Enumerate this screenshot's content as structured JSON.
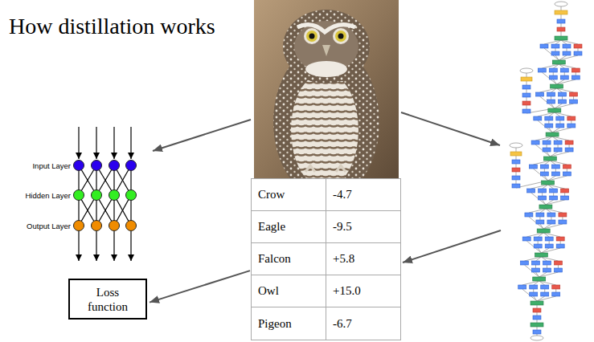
{
  "diagram": {
    "title": "How distillation works",
    "nodes": [
      {
        "text": [
          "Crow",
          "-4.7",
          "Eagle",
          "-9.5",
          "Falcon",
          "+5.8",
          "Owl",
          "+15.0",
          "Pigeon",
          "-6.7"
        ]
      },
      {
        "text": [
          "Loss function"
        ]
      }
    ],
    "edges": [
      {
        "from": 0,
        "to": 1,
        "arrow": "to"
      }
    ],
    "labels": [
      "Input Layer",
      "Hidden Layer",
      "Output Layer"
    ]
  }
}
